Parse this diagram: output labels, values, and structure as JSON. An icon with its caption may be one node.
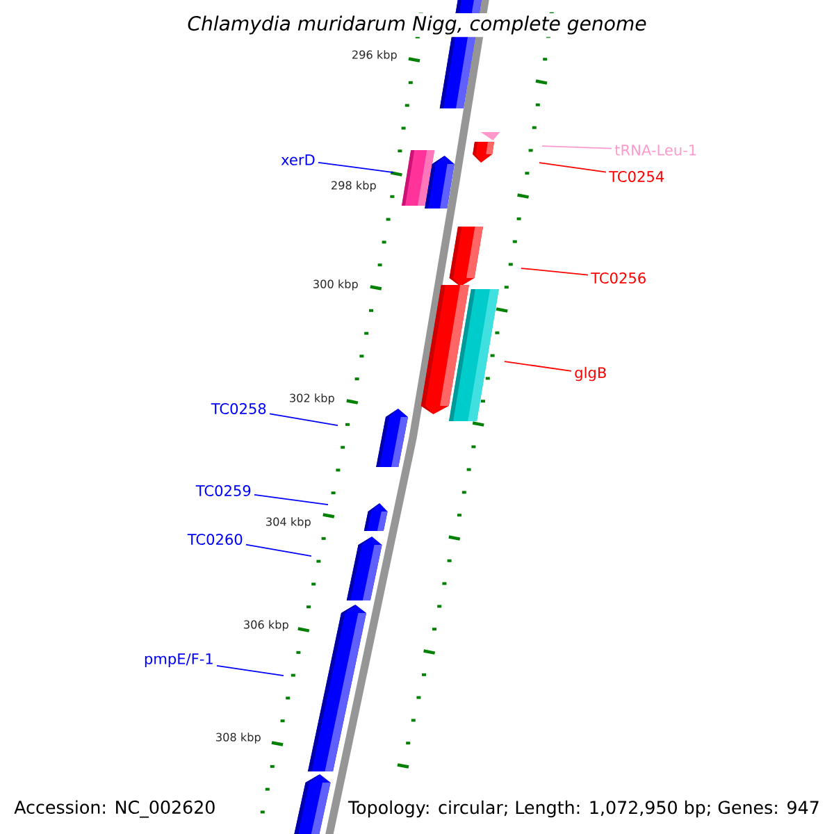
{
  "diagram": {
    "title": "*Chlamydia muridarum* Nigg, complete genome",
    "nodes": [
      {
        "text": [
          "tRNA-Leu-1"
        ]
      },
      {
        "text": [
          "xerD"
        ]
      },
      {
        "text": [
          "TC0254"
        ]
      },
      {
        "text": [
          "TC0256"
        ]
      },
      {
        "text": [
          "glgB"
        ]
      },
      {
        "text": [
          "TC0258"
        ]
      },
      {
        "text": [
          "TC0259"
        ]
      },
      {
        "text": [
          "TC0260"
        ]
      },
      {
        "text": [
          "pmpE/F-1"
        ]
      }
    ],
    "edges": [
      {
        "from": 0,
        "to": null,
        "arrow": "none",
        "color": "#ff99cc"
      },
      {
        "from": 1,
        "to": null,
        "arrow": "none"
      },
      {
        "from": 2,
        "to": null,
        "arrow": "none",
        "color": "#ff0000"
      },
      {
        "from": 3,
        "to": null,
        "arrow": "none",
        "color": "#ff0000"
      },
      {
        "from": 4,
        "to": null,
        "arrow": "none",
        "color": "#ff0000"
      },
      {
        "from": 5,
        "to": null,
        "arrow": "none"
      },
      {
        "from": 6,
        "to": null,
        "arrow": "none"
      },
      {
        "from": 7,
        "to": null,
        "arrow": "none"
      },
      {
        "from": 8,
        "to": null,
        "arrow": "none"
      }
    ],
    "labels": [
      "296 kbp",
      "298 kbp",
      "300 kbp",
      "302 kbp",
      "304 kbp",
      "306 kbp",
      "308 kbp",
      "Accession: NC_002620",
      "Topology: circular; Length: 1,072,950 bp; Genes: 947"
    ]
  }
}
